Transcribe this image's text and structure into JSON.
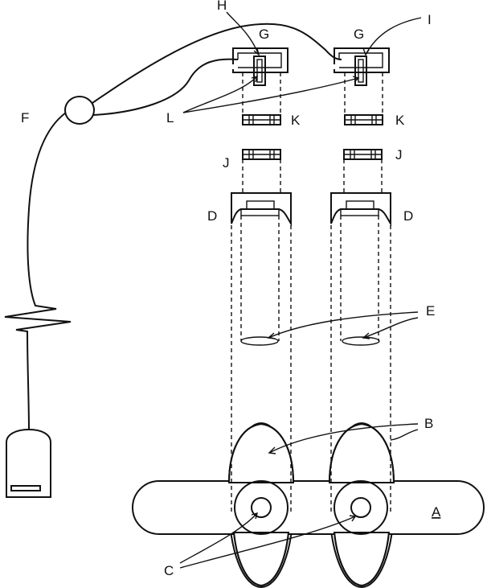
{
  "labels": {
    "A": "A",
    "B": "B",
    "C": "C",
    "D_left": "D",
    "D_right": "D",
    "E": "E",
    "F": "F",
    "G_left": "G",
    "G_right": "G",
    "H": "H",
    "I": "I",
    "J_left": "J",
    "J_right": "J",
    "K_left": "K",
    "K_right": "K",
    "L": "L"
  },
  "colors": {
    "ink": "#111111",
    "paper": "#ffffff"
  }
}
